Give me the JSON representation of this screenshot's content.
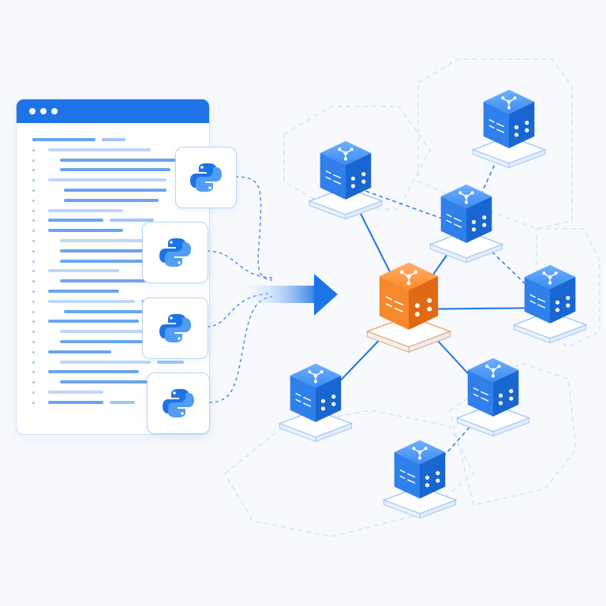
{
  "colors": {
    "primary_blue": "#1e74e6",
    "light_blue": "#9ec4f5",
    "accent_orange": "#f47a20",
    "background": "#f7f9fc"
  },
  "editor": {
    "window_dots": [
      "dot",
      "dot",
      "dot"
    ],
    "code_lines_count": 27
  },
  "python_modules": [
    {
      "icon": "python-logo-icon"
    },
    {
      "icon": "python-logo-icon"
    },
    {
      "icon": "python-logo-icon"
    },
    {
      "icon": "python-logo-icon"
    }
  ],
  "flow_arrow": {
    "icon": "arrow-right-icon"
  },
  "network": {
    "central_node": {
      "id": "center",
      "icon": "cube-node-icon",
      "color": "orange"
    },
    "nodes": [
      {
        "id": "n1",
        "color": "blue"
      },
      {
        "id": "n2",
        "color": "blue"
      },
      {
        "id": "n3",
        "color": "blue"
      },
      {
        "id": "n4",
        "color": "blue"
      },
      {
        "id": "n5",
        "color": "blue"
      },
      {
        "id": "n6",
        "color": "blue"
      },
      {
        "id": "n7",
        "color": "blue"
      }
    ],
    "edges": [
      {
        "from": "center",
        "to": "n1",
        "style": "solid"
      },
      {
        "from": "center",
        "to": "n3",
        "style": "solid"
      },
      {
        "from": "center",
        "to": "n4",
        "style": "solid"
      },
      {
        "from": "center",
        "to": "n5",
        "style": "solid"
      },
      {
        "from": "center",
        "to": "n6",
        "style": "solid"
      },
      {
        "from": "n1",
        "to": "n3",
        "style": "dashed"
      },
      {
        "from": "n3",
        "to": "n2",
        "style": "dashed"
      },
      {
        "from": "n3",
        "to": "n4",
        "style": "dashed"
      },
      {
        "from": "n6",
        "to": "n7",
        "style": "dashed"
      }
    ]
  }
}
